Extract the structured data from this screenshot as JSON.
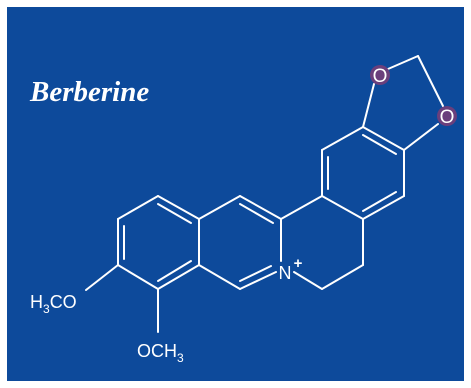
{
  "title": "Berberine",
  "atoms": {
    "oxygen_top": "O",
    "oxygen_right": "O",
    "nitrogen": "N",
    "nitrogen_charge": "+",
    "methoxy_left_a": "H",
    "methoxy_left_sub": "3",
    "methoxy_left_b": "CO",
    "methoxy_bottom_a": "OCH",
    "methoxy_bottom_sub": "3"
  },
  "colors": {
    "background": "#0d4a9b",
    "foreground": "#ffffff",
    "oxygen_fill": "#6a3f7c"
  }
}
